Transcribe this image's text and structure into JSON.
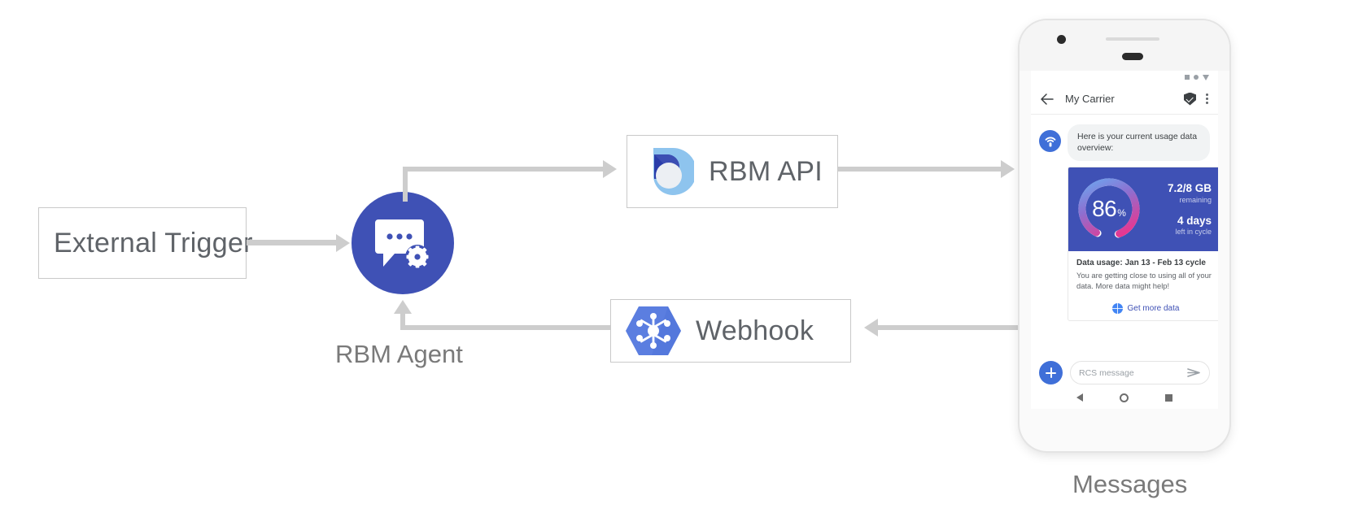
{
  "diagram": {
    "nodes": {
      "external_trigger": {
        "label": "External Trigger"
      },
      "rbm_agent": {
        "label": "RBM Agent",
        "icon": "chat-gear-icon",
        "color": "#3f51b5"
      },
      "rbm_api": {
        "label": "RBM API",
        "icon": "rbm-droplet-icon"
      },
      "webhook": {
        "label": "Webhook",
        "icon": "webhook-hexagon-icon"
      },
      "messages": {
        "label": "Messages"
      }
    },
    "connector_color": "#cdcdcd"
  },
  "phone": {
    "statusbar": {
      "icons": [
        "square-icon",
        "dot-icon",
        "triangle-down-icon"
      ]
    },
    "appbar": {
      "back_icon": "back-arrow-icon",
      "title": "My Carrier",
      "verified_icon": "verified-shield-icon",
      "menu_icon": "overflow-menu-icon"
    },
    "conversation": {
      "avatar_icon": "carrier-signal-icon",
      "message": "Here is your current usage data overview:",
      "card": {
        "gauge": {
          "value": "86",
          "unit": "%",
          "percent": 86,
          "track_color": "#ffffff",
          "gradient_from": "#6aa8f0",
          "gradient_mid": "#8e6fd0",
          "gradient_to": "#e8368f"
        },
        "data_remaining": "7.2/8 GB",
        "data_remaining_sub": "remaining",
        "days_left": "4 days",
        "days_left_sub": "left in cycle",
        "hero_bg": "#3f51b5",
        "title": "Data usage: Jan 13 - Feb 13 cycle",
        "body": "You are getting close to using all of your data. More data might help!",
        "action_label": "Get more data",
        "action_icon": "globe-icon",
        "action_color": "#3f51b5"
      }
    },
    "composer": {
      "add_icon": "plus-icon",
      "placeholder": "RCS message",
      "value": "",
      "send_icon": "send-icon"
    },
    "navbar": {
      "back_icon": "nav-back-icon",
      "home_icon": "nav-home-icon",
      "recents_icon": "nav-recents-icon"
    }
  }
}
